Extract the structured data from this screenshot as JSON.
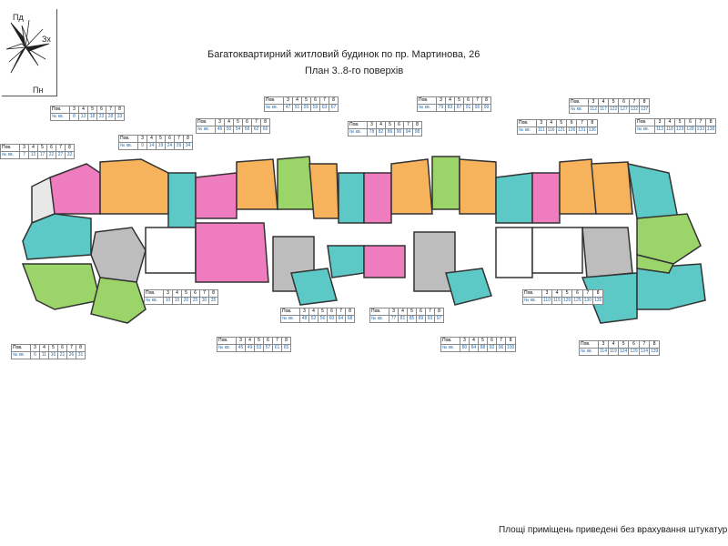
{
  "title": "Багатоквартирний житловий будинок по пр. Мартинова, 26",
  "subtitle": "План 3..8-го поверхів",
  "footnote": "Площі приміщень приведені без врахування штукатурки",
  "compass": {
    "north": "Пн",
    "northwest": "Пд",
    "west": "Зх"
  },
  "colors": {
    "pink": "#f07cc0",
    "orange": "#f6b35c",
    "cyan": "#5cc9c6",
    "green": "#9bd56a",
    "stair": "#bdbdbd",
    "outline": "#333333"
  },
  "table_header": {
    "floor": "Пов.",
    "apt": "№ кв."
  },
  "floors": [
    "3",
    "4",
    "5",
    "6",
    "7",
    "8"
  ],
  "tables": [
    {
      "id": "t1",
      "apts": [
        "8",
        "13",
        "18",
        "23",
        "28",
        "33"
      ]
    },
    {
      "id": "t2",
      "apts": [
        "7",
        "12",
        "17",
        "22",
        "27",
        "32"
      ]
    },
    {
      "id": "t3",
      "apts": [
        "9",
        "14",
        "19",
        "24",
        "29",
        "34"
      ]
    },
    {
      "id": "t4",
      "apts": [
        "46",
        "50",
        "54",
        "58",
        "62",
        "66"
      ]
    },
    {
      "id": "t5",
      "apts": [
        "47",
        "51",
        "55",
        "59",
        "63",
        "67"
      ]
    },
    {
      "id": "t6",
      "apts": [
        "79",
        "83",
        "87",
        "91",
        "95",
        "99"
      ]
    },
    {
      "id": "t7",
      "apts": [
        "78",
        "82",
        "86",
        "90",
        "94",
        "98"
      ]
    },
    {
      "id": "t8",
      "apts": [
        "112",
        "117",
        "122",
        "127",
        "132",
        "137"
      ]
    },
    {
      "id": "t9",
      "apts": [
        "111",
        "116",
        "121",
        "126",
        "131",
        "136"
      ]
    },
    {
      "id": "t10",
      "apts": [
        "113",
        "118",
        "123",
        "128",
        "133",
        "138"
      ]
    },
    {
      "id": "t11",
      "apts": [
        "10",
        "15",
        "20",
        "25",
        "30",
        "35"
      ]
    },
    {
      "id": "t12",
      "apts": [
        "6",
        "11",
        "16",
        "21",
        "26",
        "31"
      ]
    },
    {
      "id": "t13",
      "apts": [
        "48",
        "52",
        "56",
        "60",
        "64",
        "68"
      ]
    },
    {
      "id": "t14",
      "apts": [
        "45",
        "49",
        "53",
        "57",
        "61",
        "65"
      ]
    },
    {
      "id": "t15",
      "apts": [
        "77",
        "81",
        "85",
        "89",
        "93",
        "97"
      ]
    },
    {
      "id": "t16",
      "apts": [
        "80",
        "84",
        "88",
        "92",
        "96",
        "100"
      ]
    },
    {
      "id": "t17",
      "apts": [
        "110",
        "115",
        "120",
        "125",
        "130",
        "135"
      ]
    },
    {
      "id": "t18",
      "apts": [
        "114",
        "119",
        "124",
        "129",
        "134",
        "139"
      ]
    }
  ]
}
